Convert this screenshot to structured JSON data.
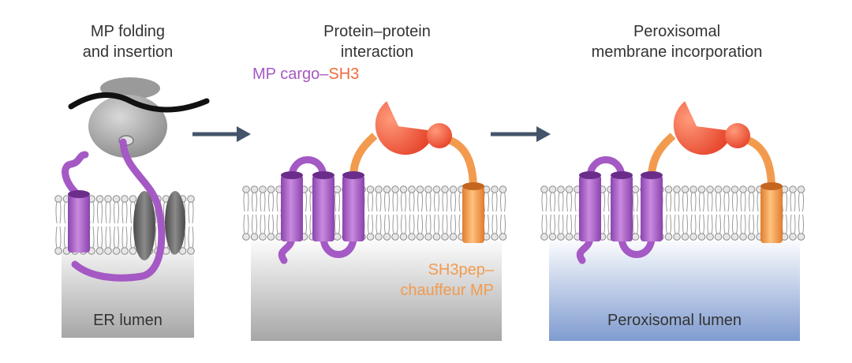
{
  "panels": [
    {
      "title_line1": "MP folding",
      "title_line2": "and insertion",
      "lumen_label": "ER lumen"
    },
    {
      "title_line1": "Protein–protein",
      "title_line2": "interaction",
      "cargo_part1": "MP cargo–",
      "cargo_part2": "SH3",
      "chauffeur_line1": "SH3pep–",
      "chauffeur_line2": "chauffeur MP"
    },
    {
      "title_line1": "Peroxisomal",
      "title_line2": "membrane incorporation",
      "lumen_label": "Peroxisomal lumen"
    }
  ],
  "colors": {
    "cargo_purple": "#a459c4",
    "sh3_orange": "#ef5a3c",
    "chauffeur_orange": "#f29b4f",
    "arrow": "#44546a",
    "text": "#333333"
  }
}
